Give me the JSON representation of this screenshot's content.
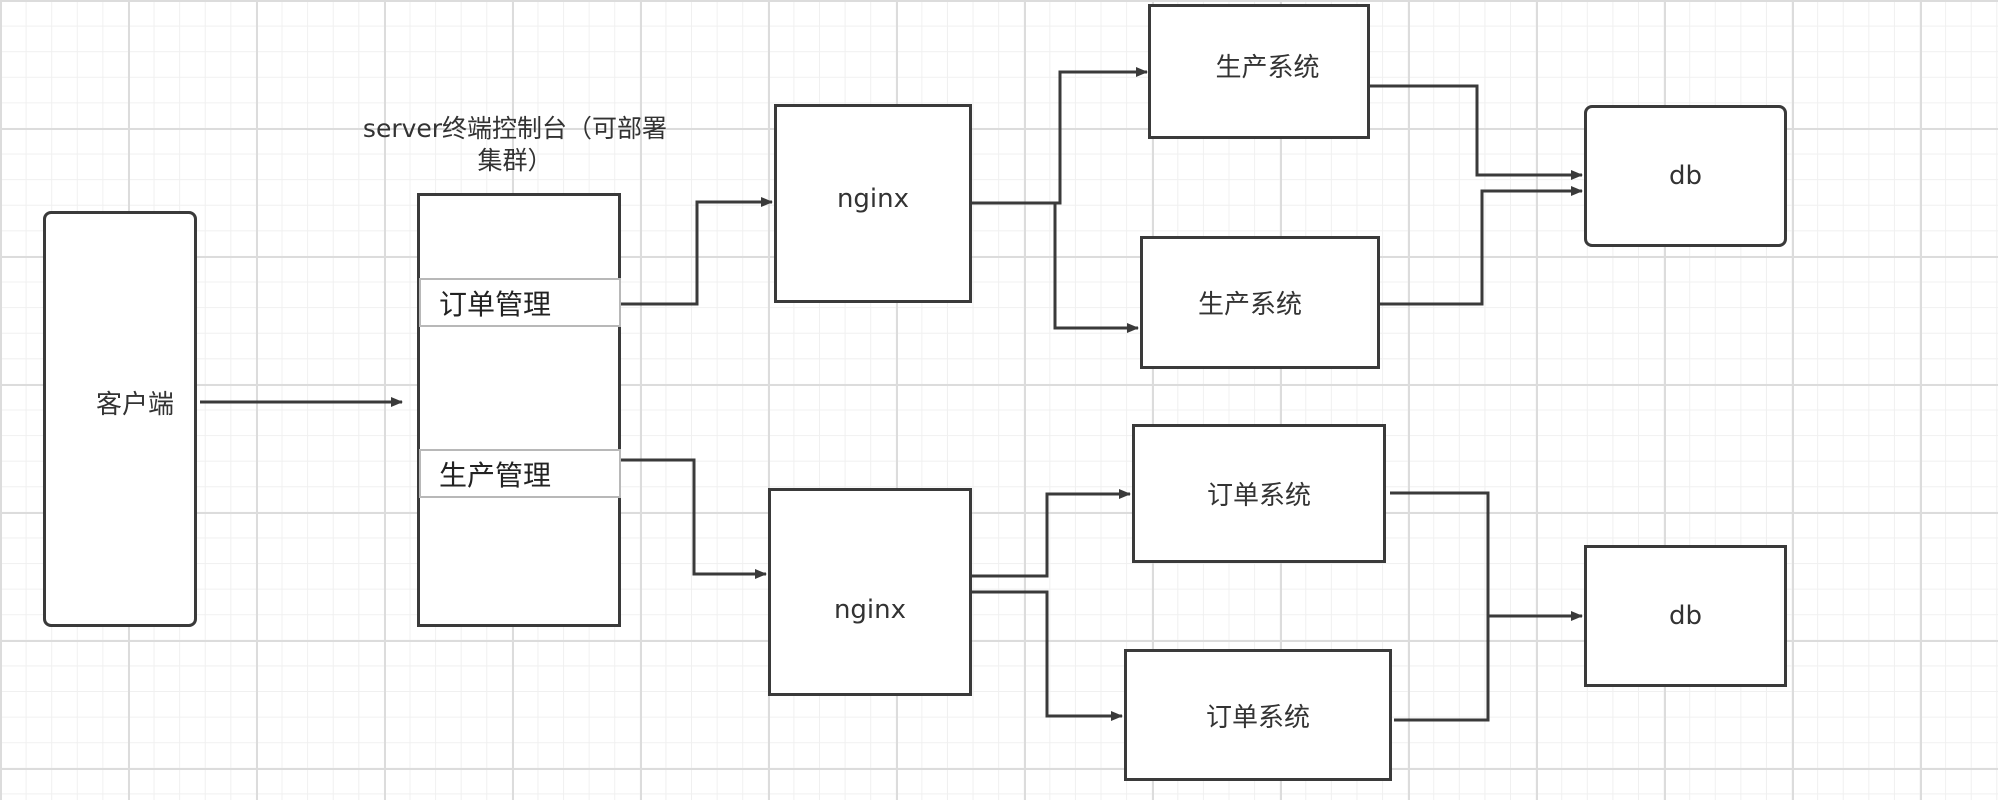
{
  "client": {
    "label": "客户端"
  },
  "server": {
    "caption_line1": "server终端控制台（可部署",
    "caption_line2": "集群）",
    "rows": [
      "订单管理",
      "生产管理"
    ]
  },
  "upper_cluster": {
    "proxy": "nginx",
    "systems": [
      "生产系统",
      "生产系统"
    ],
    "db": "db"
  },
  "lower_cluster": {
    "proxy": "nginx",
    "systems": [
      "订单系统",
      "订单系统"
    ],
    "db": "db"
  },
  "colors": {
    "stroke": "#3a3a3a",
    "grid": "#dcdcdc",
    "row_border": "#b8b8b8"
  }
}
